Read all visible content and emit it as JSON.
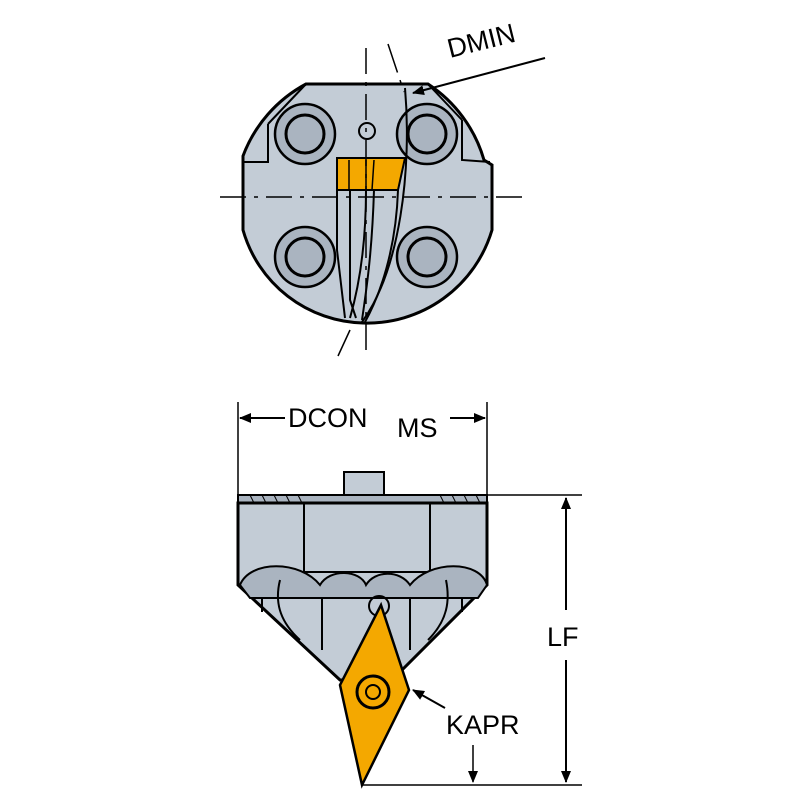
{
  "labels": {
    "dmin": "DMIN",
    "dcon": "DCON",
    "dcon_sub": "MS",
    "lf": "LF",
    "kapr": "KAPR"
  },
  "colors": {
    "body": "#c3ccd6",
    "body_dark": "#aab4c0",
    "insert": "#f4a800",
    "outline": "#000000",
    "background": "#ffffff"
  }
}
